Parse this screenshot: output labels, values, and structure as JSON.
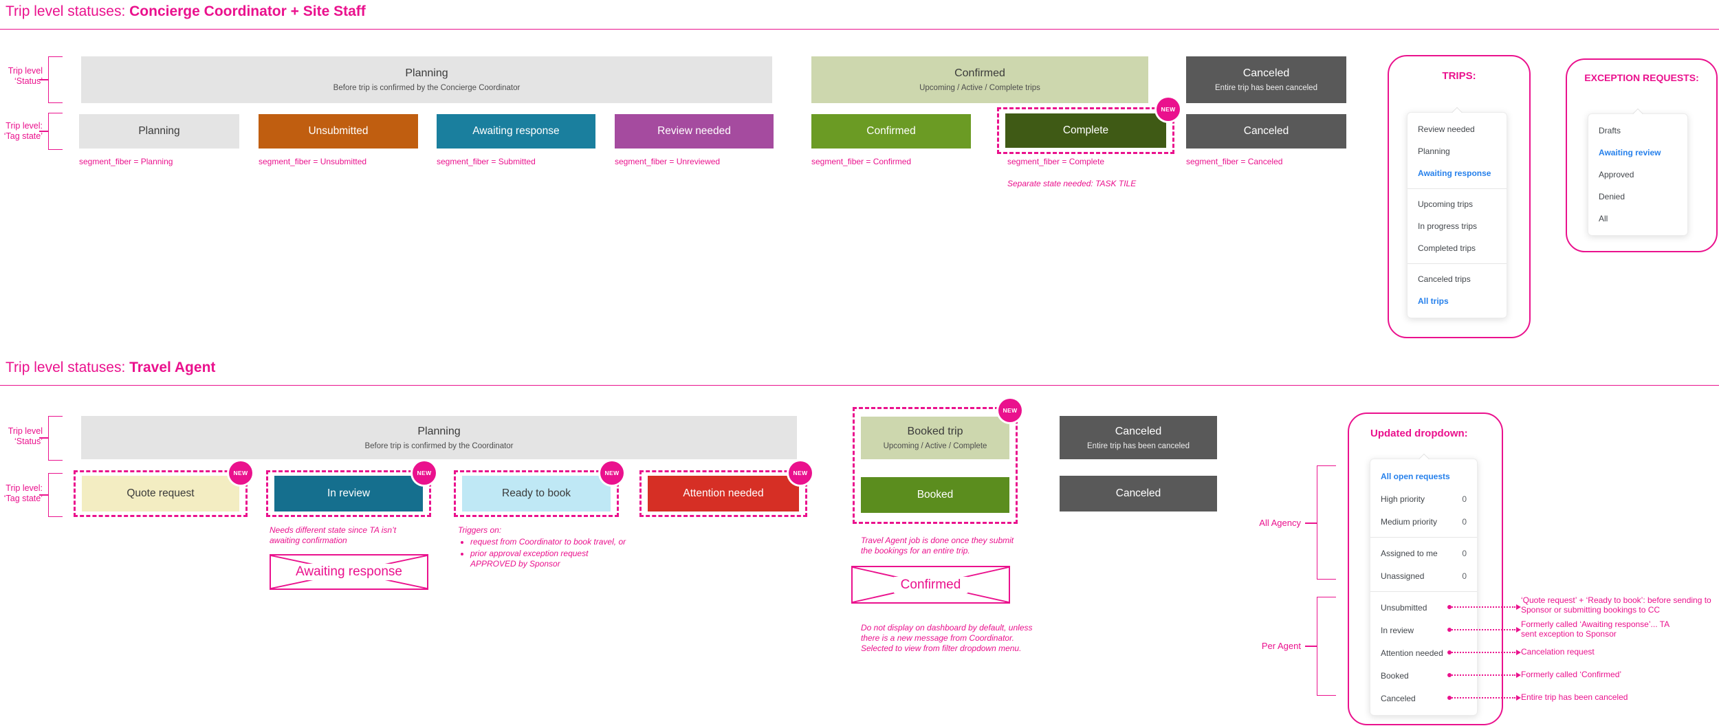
{
  "badge_new": "NEW",
  "palette": {
    "accent_pink": "#ea118d",
    "link_blue": "#2680eb",
    "light_gray": "#e4e4e4",
    "sage_green": "#cdd7ae",
    "dark_gray": "#595959",
    "orange": "#c05e10",
    "teal": "#1a7f9e",
    "teal_dark": "#156f8e",
    "purple": "#a54b9f",
    "green": "#6b9b24",
    "green_mid": "#5b8d1e",
    "green_dark": "#3f5a15",
    "pale_yellow": "#f3edc2",
    "light_blue": "#bfe8f5",
    "red": "#d62f25"
  },
  "cc": {
    "title_prefix": "Trip level statuses: ",
    "title_bold": "Concierge Coordinator + Site Staff",
    "label_status_line1": "Trip level",
    "label_status_line2": "‘Status’",
    "label_tag_line1": "Trip level:",
    "label_tag_line2": "‘Tag state’",
    "status_planning_title": "Planning",
    "status_planning_sub": "Before trip is confirmed by the Concierge Coordinator",
    "status_confirmed_title": "Confirmed",
    "status_confirmed_sub": "Upcoming / Active / Complete trips",
    "status_canceled_title": "Canceled",
    "status_canceled_sub": "Entire trip has been canceled",
    "tag_planning": "Planning",
    "tag_unsubmitted": "Unsubmitted",
    "tag_awaiting": "Awaiting response",
    "tag_review": "Review needed",
    "tag_confirmed": "Confirmed",
    "tag_complete": "Complete",
    "tag_canceled": "Canceled",
    "fiber_planning": "segment_fiber = Planning",
    "fiber_unsubmitted": "segment_fiber = Unsubmitted",
    "fiber_submitted": "segment_fiber = Submitted",
    "fiber_unreviewed": "segment_fiber = Unreviewed",
    "fiber_confirmed": "segment_fiber = Confirmed",
    "fiber_complete": "segment_fiber = Complete",
    "fiber_canceled": "segment_fiber = Canceled",
    "task_tile_note": "Separate state needed: TASK TILE",
    "trips_panel": {
      "title": "TRIPS:",
      "items": [
        "Review needed",
        "Planning",
        "Awaiting response",
        "Upcoming trips",
        "In progress trips",
        "Completed trips",
        "Canceled trips",
        "All trips"
      ]
    },
    "exceptions_panel": {
      "title": "EXCEPTION REQUESTS:",
      "items": [
        "Drafts",
        "Awaiting review",
        "Approved",
        "Denied",
        "All"
      ]
    }
  },
  "ta": {
    "title_prefix": "Trip level statuses: ",
    "title_bold": "Travel Agent",
    "label_status_line1": "Trip level",
    "label_status_line2": "‘Status’",
    "label_tag_line1": "Trip level:",
    "label_tag_line2": "‘Tag state’",
    "status_planning_title": "Planning",
    "status_planning_sub": "Before trip is confirmed by the Coordinator",
    "status_booked_title": "Booked trip",
    "status_booked_sub": "Upcoming / Active / Complete",
    "status_canceled_title": "Canceled",
    "status_canceled_sub": "Entire trip has been canceled",
    "tag_quote": "Quote request",
    "tag_in_review": "In review",
    "tag_ready": "Ready to book",
    "tag_attention": "Attention needed",
    "tag_booked": "Booked",
    "tag_canceled": "Canceled",
    "note_in_review": "Needs different state since TA isn’t awaiting confirmation",
    "crossed_awaiting": "Awaiting response",
    "triggers_title": "Triggers on:",
    "triggers_item1": "request from Coordinator to book travel, or",
    "triggers_item2": "prior approval exception request APPROVED by Sponsor",
    "note_booked": "Travel Agent job is done once they submit the bookings for an entire trip.",
    "crossed_confirmed": "Confirmed",
    "note_dashboard": "Do not display on dashboard by default, unless there is a new message from Coordinator. Selected to view from filter dropdown menu.",
    "dropdown_panel": {
      "title": "Updated dropdown:",
      "group1": [
        {
          "label": "All open requests"
        },
        {
          "label": "High priority",
          "count": "0"
        },
        {
          "label": "Medium priority",
          "count": "0"
        }
      ],
      "group2": [
        {
          "label": "Assigned to me",
          "count": "0"
        },
        {
          "label": "Unassigned",
          "count": "0"
        }
      ],
      "group3": [
        {
          "label": "Unsubmitted"
        },
        {
          "label": "In review"
        },
        {
          "label": "Attention needed"
        },
        {
          "label": "Booked"
        },
        {
          "label": "Canceled"
        }
      ]
    },
    "bracket_all_agency": "All Agency",
    "bracket_per_agent": "Per Agent",
    "arrow_notes": [
      "‘Quote request’ + ‘Ready to book’: before sending to Sponsor or submitting bookings to CC",
      "Formerly called ‘Awaiting response’... TA sent exception to Sponsor",
      "Cancelation request",
      "Formerly called ‘Confirmed’",
      "Entire trip has been canceled"
    ]
  }
}
